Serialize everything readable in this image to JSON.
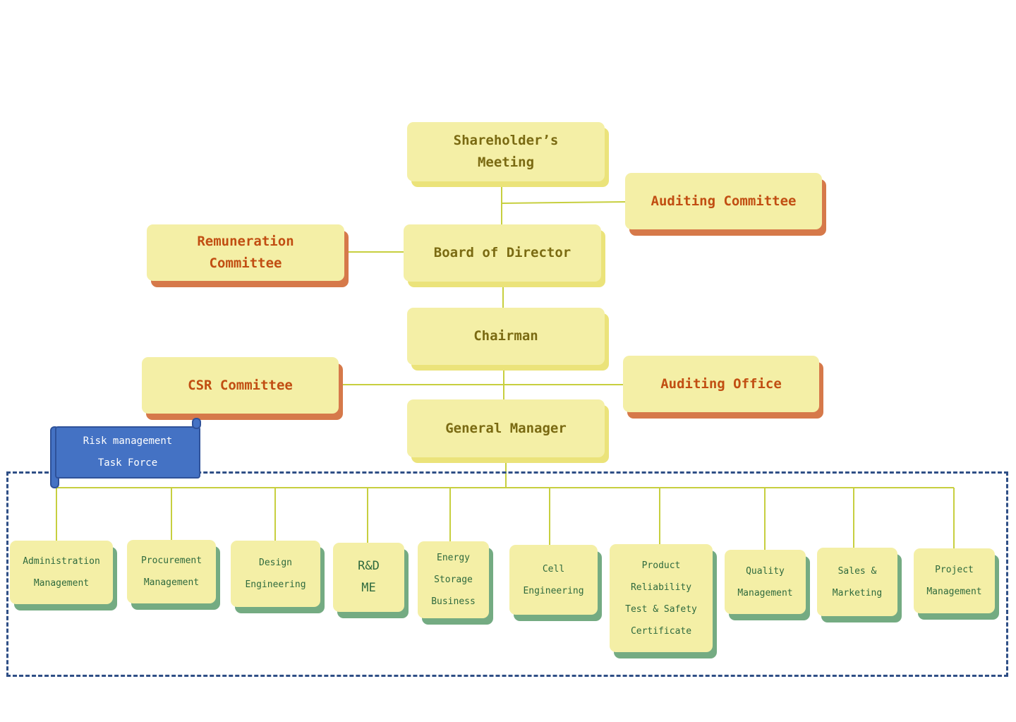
{
  "colors": {
    "box_fill": "#f4efa6",
    "shadow_yellow": "#ebe37a",
    "shadow_orange": "#d6794a",
    "shadow_green": "#74ab82",
    "connector": "#c7cf3f",
    "risk_fill": "#4472c4",
    "dashed_border": "#2f4f86"
  },
  "governance": {
    "shareholders": "Shareholder’s\nMeeting",
    "auditing_committee": "Auditing Committee",
    "remuneration_committee": "Remuneration\nCommittee",
    "board": "Board of Director",
    "chairman": "Chairman",
    "csr_committee": "CSR Committee",
    "auditing_office": "Auditing Office",
    "general_manager": "General Manager"
  },
  "risk_task_force": "Risk management\nTask Force",
  "departments": [
    "Administration\nManagement",
    "Procurement\nManagement",
    "Design\nEngineering",
    "R&D\nME",
    "Energy\nStorage\nBusiness",
    "Cell\nEngineering",
    "Product\nReliability\nTest & Safety\nCertificate",
    "Quality\nManagement",
    "Sales &\nMarketing",
    "Project\nManagement"
  ]
}
